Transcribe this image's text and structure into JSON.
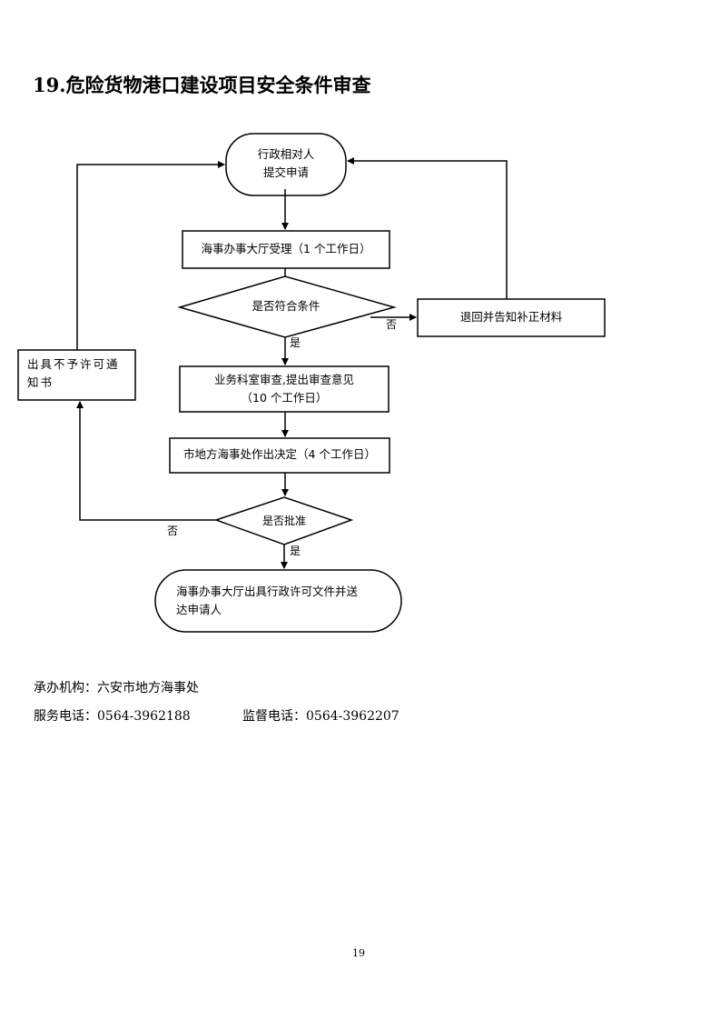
{
  "title": "19.危险货物港口建设项目安全条件审查",
  "flowchart": {
    "start": {
      "line1": "行政相对人",
      "line2": "提交申请"
    },
    "accept": "海事办事大厅受理（1 个工作日）",
    "decision1": "是否符合条件",
    "return_box": "退回并告知补正材料",
    "review": {
      "line1": "业务科室审查,提出审查意见",
      "line2": "（10 个工作日）"
    },
    "decide": "市地方海事处作出决定（4 个工作日）",
    "decision2": "是否批准",
    "deny_box": {
      "line1": "出具不予许可通",
      "line2": "知书"
    },
    "end": {
      "line1": "海事办事大厅出具行政许可文件并送",
      "line2": "达申请人"
    },
    "labels": {
      "yes1": "是",
      "no1": "否",
      "yes2": "是",
      "no2": "否"
    }
  },
  "footer": {
    "agency": "承办机构：六安市地方海事处",
    "service_phone": "服务电话：0564-3962188",
    "supervision_phone": "监督电话：0564-3962207"
  },
  "page_number": "19"
}
